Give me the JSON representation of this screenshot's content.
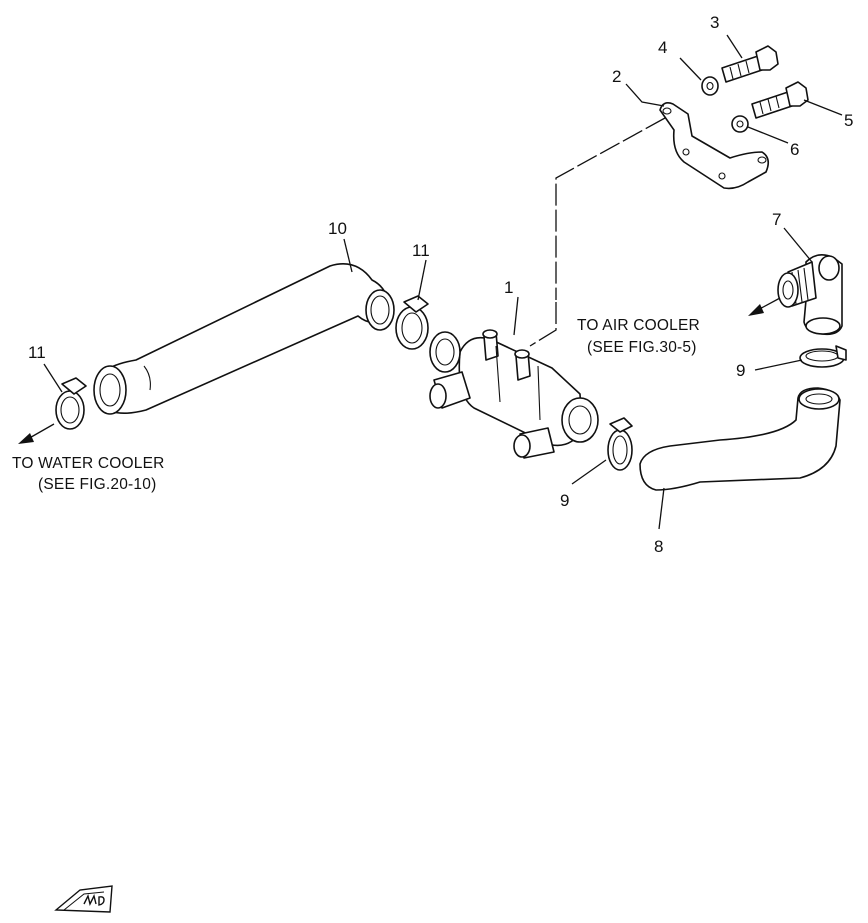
{
  "callouts": {
    "c1": "1",
    "c2": "2",
    "c3": "3",
    "c4": "4",
    "c5": "5",
    "c6": "6",
    "c7": "7",
    "c8": "8",
    "c9_left": "9",
    "c9_right": "9",
    "c10": "10",
    "c11_left": "11",
    "c11_center": "11"
  },
  "notes": {
    "air_cooler_line1": "TO AIR COOLER",
    "air_cooler_line2": "(SEE FIG.30-5)",
    "water_cooler_line1": "TO WATER COOLER",
    "water_cooler_line2": "(SEE FIG.20-10)"
  },
  "icons": {
    "fwd_logo_text": "FWD"
  }
}
